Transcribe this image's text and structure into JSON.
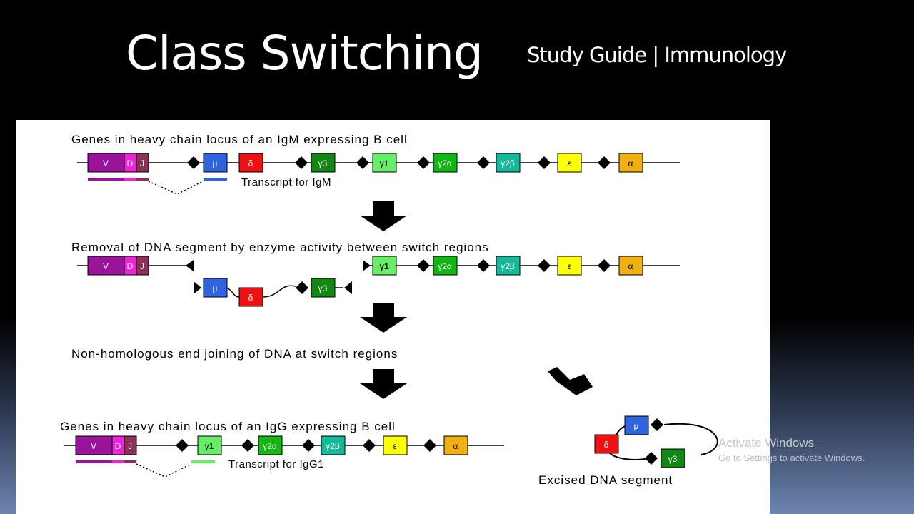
{
  "header": {
    "title": "Class  Switching",
    "subtitle": "Study Guide | Immunology"
  },
  "diagram": {
    "captions": {
      "igm_locus": "Genes in heavy chain locus of an IgM expressing B cell",
      "removal": "Removal of DNA segment by enzyme activity between switch regions",
      "nhej": "Non-homologous end joining of DNA at switch regions",
      "igg_locus": "Genes in heavy chain locus of an IgG expressing B cell"
    },
    "labels": {
      "transcript_igm": "Transcript for IgM",
      "transcript_igg1": "Transcript for IgG1",
      "excised": "Excised DNA segment"
    },
    "segments": {
      "V": "V",
      "D": "D",
      "J": "J",
      "mu": "μ",
      "delta": "δ",
      "gamma3": "γ3",
      "gamma1": "γ1",
      "gamma2a": "γ2α",
      "gamma2b": "γ2β",
      "epsilon": "ε",
      "alpha": "α"
    },
    "colors": {
      "V": "#9b139b",
      "D": "#ee22d8",
      "J": "#8c3058",
      "mu": "#2e64e0",
      "delta": "#ee1111",
      "gamma3": "#118811",
      "gamma1": "#66ee66",
      "gamma2a": "#11b811",
      "gamma2b": "#11bb99",
      "epsilon": "#ffff00",
      "alpha": "#f0b010"
    }
  },
  "watermark": {
    "line1": "Activate Windows",
    "line2": "Go to Settings to activate Windows."
  }
}
